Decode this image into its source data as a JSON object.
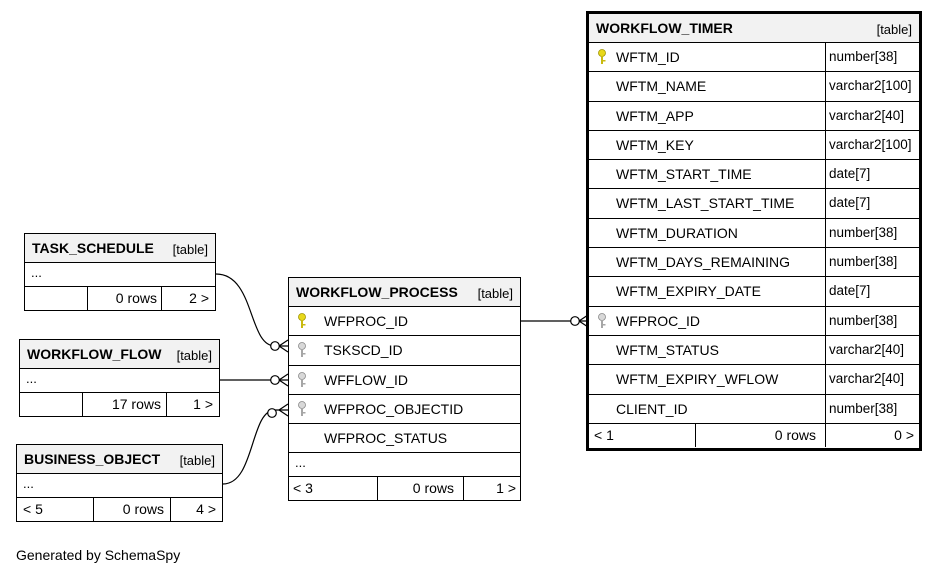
{
  "footer_text": "Generated by SchemaSpy",
  "table_kind_label": "[table]",
  "tables": {
    "task_schedule": {
      "name": "TASK_SCHEDULE",
      "ellipsis": "...",
      "left": "",
      "rows": "0 rows",
      "right": "2 >"
    },
    "workflow_flow": {
      "name": "WORKFLOW_FLOW",
      "ellipsis": "...",
      "left": "",
      "rows": "17 rows",
      "right": "1 >"
    },
    "business_object": {
      "name": "BUSINESS_OBJECT",
      "ellipsis": "...",
      "left": "< 5",
      "rows": "0 rows",
      "right": "4 >"
    },
    "workflow_process": {
      "name": "WORKFLOW_PROCESS",
      "columns": [
        "WFPROC_ID",
        "TSKSCD_ID",
        "WFFLOW_ID",
        "WFPROC_OBJECTID",
        "WFPROC_STATUS"
      ],
      "ellipsis": "...",
      "left": "< 3",
      "rows": "0 rows",
      "right": "1 >"
    },
    "workflow_timer": {
      "name": "WORKFLOW_TIMER",
      "columns": [
        {
          "name": "WFTM_ID",
          "type": "number[38]"
        },
        {
          "name": "WFTM_NAME",
          "type": "varchar2[100]"
        },
        {
          "name": "WFTM_APP",
          "type": "varchar2[40]"
        },
        {
          "name": "WFTM_KEY",
          "type": "varchar2[100]"
        },
        {
          "name": "WFTM_START_TIME",
          "type": "date[7]"
        },
        {
          "name": "WFTM_LAST_START_TIME",
          "type": "date[7]"
        },
        {
          "name": "WFTM_DURATION",
          "type": "number[38]"
        },
        {
          "name": "WFTM_DAYS_REMAINING",
          "type": "number[38]"
        },
        {
          "name": "WFTM_EXPIRY_DATE",
          "type": "date[7]"
        },
        {
          "name": "WFPROC_ID",
          "type": "number[38]"
        },
        {
          "name": "WFTM_STATUS",
          "type": "varchar2[40]"
        },
        {
          "name": "WFTM_EXPIRY_WFLOW",
          "type": "varchar2[40]"
        },
        {
          "name": "CLIENT_ID",
          "type": "number[38]"
        }
      ],
      "left": "< 1",
      "rows": "0 rows",
      "right": "0 >"
    }
  },
  "colors": {
    "primary_key": "#e8d81a",
    "foreign_key": "#a6a6a6"
  }
}
